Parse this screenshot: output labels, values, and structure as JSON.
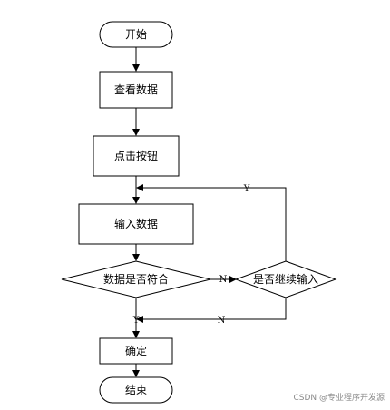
{
  "flowchart": {
    "nodes": {
      "start": "开始",
      "view_data": "查看数据",
      "click_button": "点击按钮",
      "input_data": "输入数据",
      "data_match": "数据是否符合",
      "continue_input": "是否继续输入",
      "confirm": "确定",
      "end": "结束"
    },
    "edges": {
      "match_no": "N",
      "continue_yes": "Y",
      "match_yes": "Y",
      "continue_no": "N"
    }
  },
  "watermark": "CSDN @专业程序开发源"
}
